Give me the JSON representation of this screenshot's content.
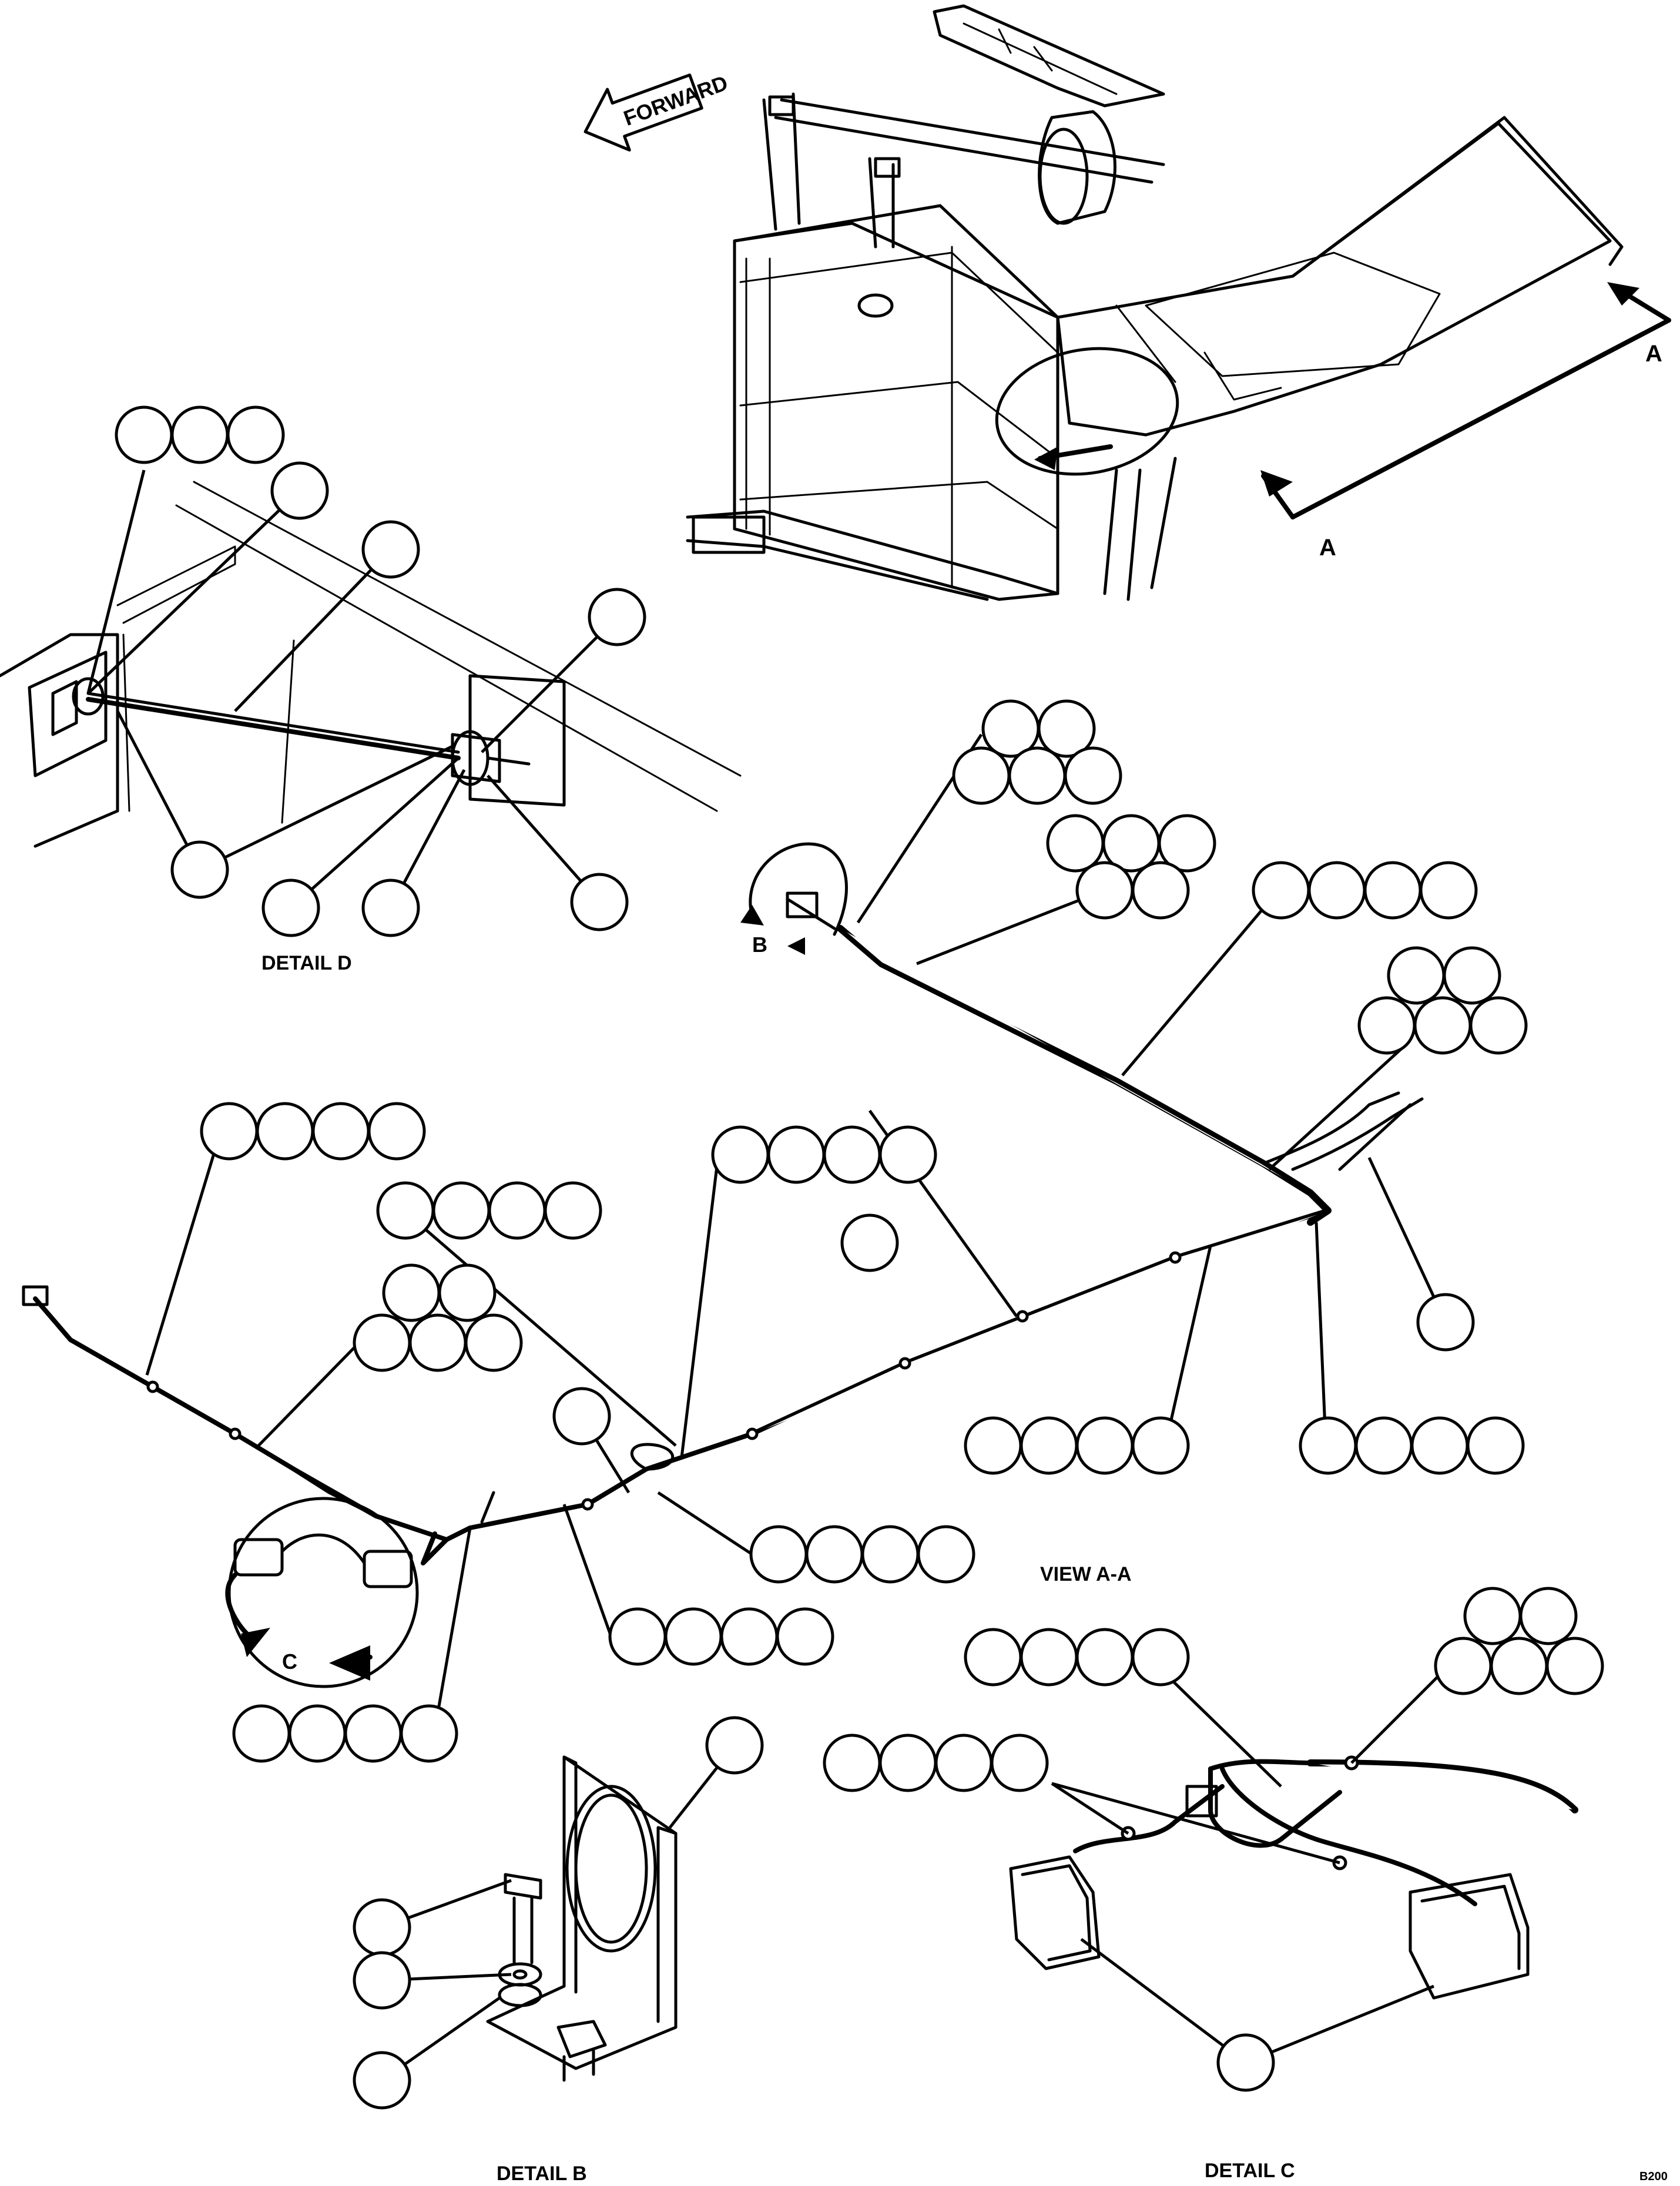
{
  "labels": {
    "forward": "FORWARD",
    "section_a_top": "A",
    "section_a_bottom": "A",
    "detail_b_ref": "B",
    "detail_c_ref": "C",
    "detail_d_title": "DETAIL D",
    "view_aa_title": "VIEW A-A",
    "detail_b_title": "DETAIL B",
    "detail_c_title": "DETAIL C",
    "sheet_ref": "B200"
  }
}
